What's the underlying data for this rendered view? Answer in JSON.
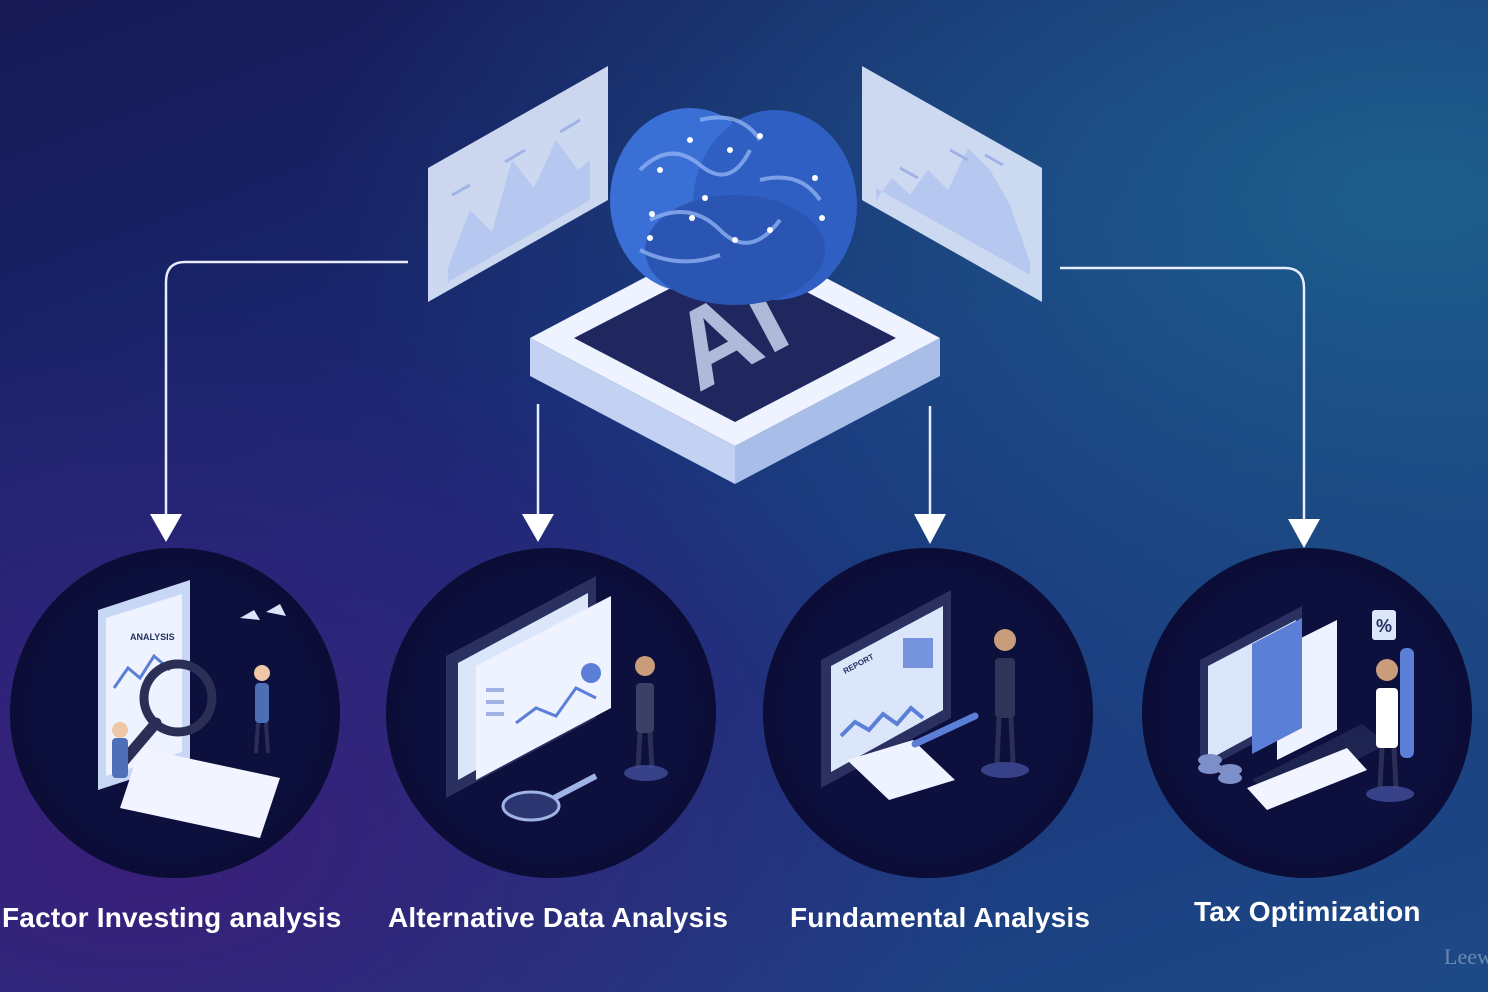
{
  "center": {
    "chip_text": "AI"
  },
  "categories": [
    {
      "label": "Factor Investing analysis",
      "doc_title": "ANALYSIS"
    },
    {
      "label": "Alternative Data Analysis"
    },
    {
      "label": "Fundamental Analysis",
      "doc_title": "REPORT"
    },
    {
      "label": "Tax Optimization",
      "badge": "%"
    }
  ],
  "watermark": "Leew",
  "colors": {
    "circle": "#0d0f3d",
    "arrow": "#e8ecff",
    "brain": "#3a6fd6",
    "panel": "#dbe6fb"
  }
}
